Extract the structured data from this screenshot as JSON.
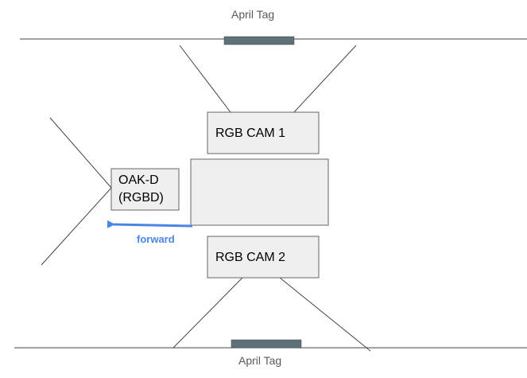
{
  "labels": {
    "april_tag_top": "April Tag",
    "april_tag_bottom": "April Tag",
    "rgb_cam_1": "RGB CAM 1",
    "rgb_cam_2": "RGB CAM 2",
    "oak_d_line1": "OAK-D",
    "oak_d_line2": "(RGBD)",
    "forward": "forward"
  },
  "colors": {
    "line": "#444444",
    "box_fill": "#efefef",
    "box_stroke": "#666666",
    "tag_fill": "#5f7178",
    "arrow": "#4a86e8"
  }
}
